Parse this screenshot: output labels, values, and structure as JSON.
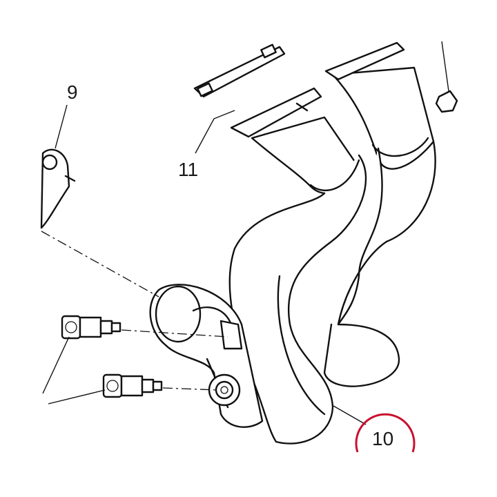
{
  "callouts": {
    "part_9": "9",
    "part_10": "10",
    "part_11": "11"
  },
  "highlight": {
    "part": "10",
    "color": "#c8102e"
  },
  "colors": {
    "line": "#111111",
    "background": "#ffffff"
  }
}
